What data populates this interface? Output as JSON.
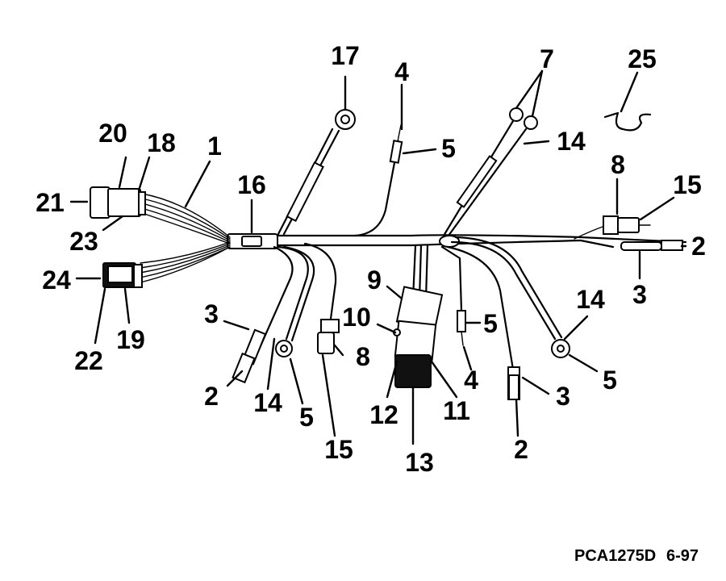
{
  "figure": {
    "code": "PCA1275D",
    "date": "6-97"
  },
  "callouts": {
    "c1": "1",
    "c2a": "2",
    "c2b": "2",
    "c2c": "2",
    "c3a": "3",
    "c3b": "3",
    "c3c": "3",
    "c4a": "4",
    "c4b": "4",
    "c5a": "5",
    "c5b": "5",
    "c5c": "5",
    "c5d": "5",
    "c7": "7",
    "c8a": "8",
    "c8b": "8",
    "c9": "9",
    "c10": "10",
    "c11": "11",
    "c12": "12",
    "c13": "13",
    "c14a": "14",
    "c14b": "14",
    "c14c": "14",
    "c15a": "15",
    "c15b": "15",
    "c16": "16",
    "c17": "17",
    "c18": "18",
    "c19": "19",
    "c20": "20",
    "c21": "21",
    "c22": "22",
    "c23": "23",
    "c24": "24",
    "c25": "25"
  }
}
